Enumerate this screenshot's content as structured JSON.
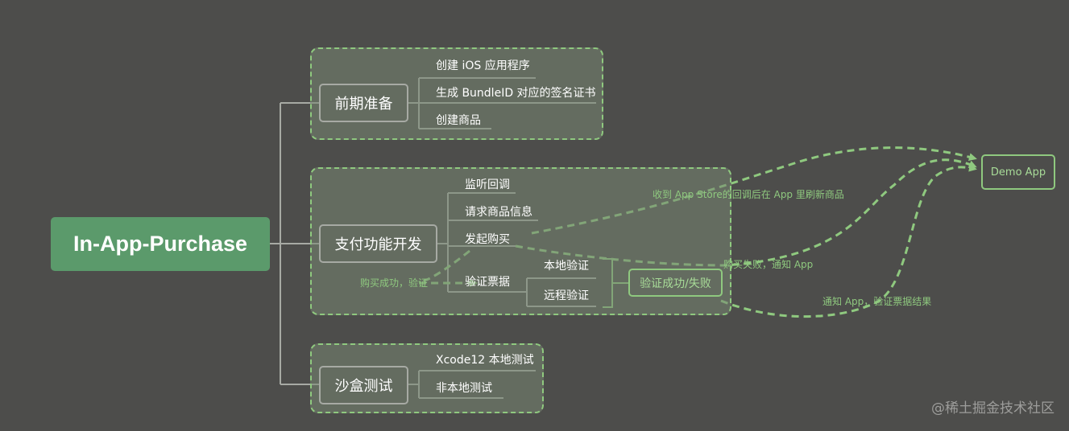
{
  "root": {
    "label": "In-App-Purchase"
  },
  "groups": [
    {
      "topic": "前期准备",
      "items": [
        "创建 iOS 应用程序",
        "生成 BundleID 对应的签名证书",
        "创建商品"
      ]
    },
    {
      "topic": "支付功能开发",
      "items": [
        "监听回调",
        "请求商品信息",
        "发起购买",
        "验证票据"
      ],
      "verify_children": [
        "本地验证",
        "远程验证"
      ],
      "verify_result": "验证成功/失败"
    },
    {
      "topic": "沙盒测试",
      "items": [
        "Xcode12 本地测试",
        "非本地测试"
      ]
    }
  ],
  "demo_app": "Demo App",
  "annotations": {
    "refresh": "收到 App Store的回调后在 App 里刷新商品",
    "purchase_fail": "购买失败，通知 App",
    "purchase_success": "购买成功，验证",
    "verify_notify": "通知 App，验证票据结果"
  },
  "watermark": "@稀土掘金技术社区",
  "colors": {
    "background": "#4d4d4b",
    "root_fill": "#5b9a6b",
    "accent_green": "#8fc97f",
    "line_gray": "#a7aaa4"
  }
}
